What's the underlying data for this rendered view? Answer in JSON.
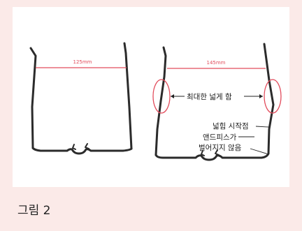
{
  "left_frame": {
    "width_label": "125mm"
  },
  "right_frame": {
    "width_label": "145mm",
    "widen_label": "최대한 넓게 함",
    "widen_start_label": "넓힘 시작점",
    "endpiece_label_line1": "앤드피스가",
    "endpiece_label_line2": "벌어지지 않음"
  },
  "caption": "그림 2",
  "colors": {
    "background": "#fbeae8",
    "panel": "#ffffff",
    "frame_stroke": "#2b2b2b",
    "measure_line": "#e24c5c"
  }
}
